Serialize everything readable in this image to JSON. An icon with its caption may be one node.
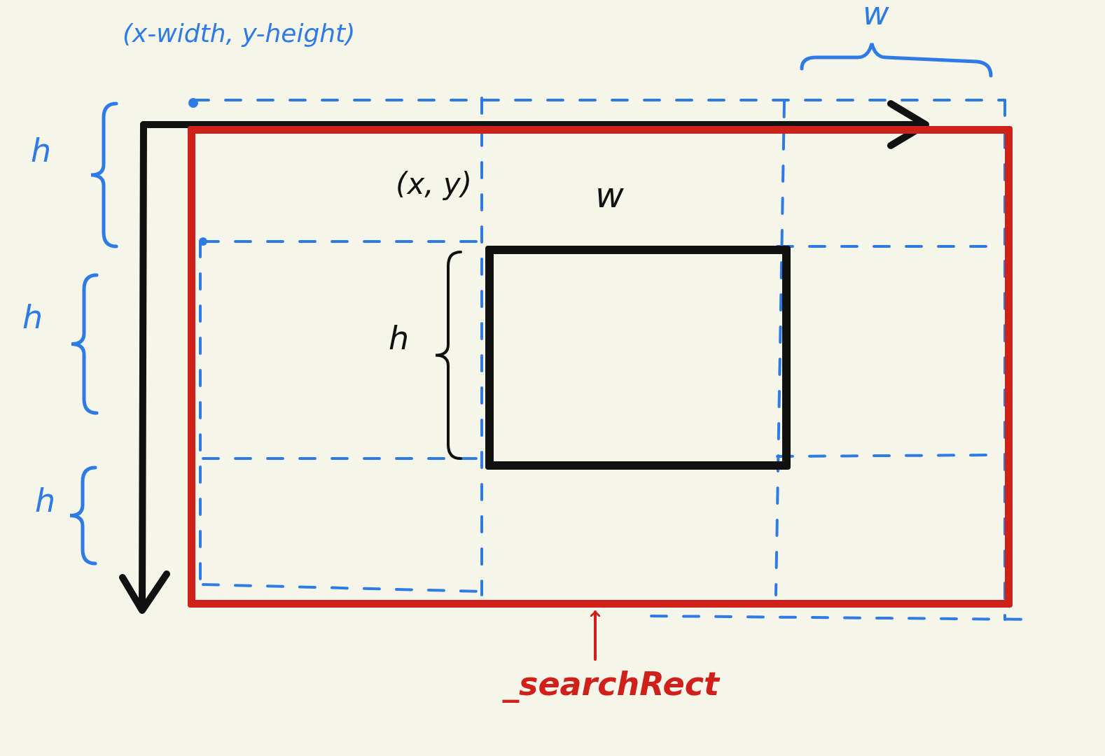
{
  "diagram": {
    "nodes": [
      {
        "text": [],
        "shape": "box"
      },
      {
        "text": [],
        "shape": "box",
        "in": 0
      },
      {
        "text": [
          "_searchRect"
        ]
      }
    ],
    "edges": [
      {
        "from": 2,
        "to": 0,
        "arrow": "to"
      }
    ],
    "labels": [
      "(x-width, y-height)",
      "w",
      "h",
      "(x, y)",
      "w",
      "h",
      "h",
      "h"
    ]
  }
}
